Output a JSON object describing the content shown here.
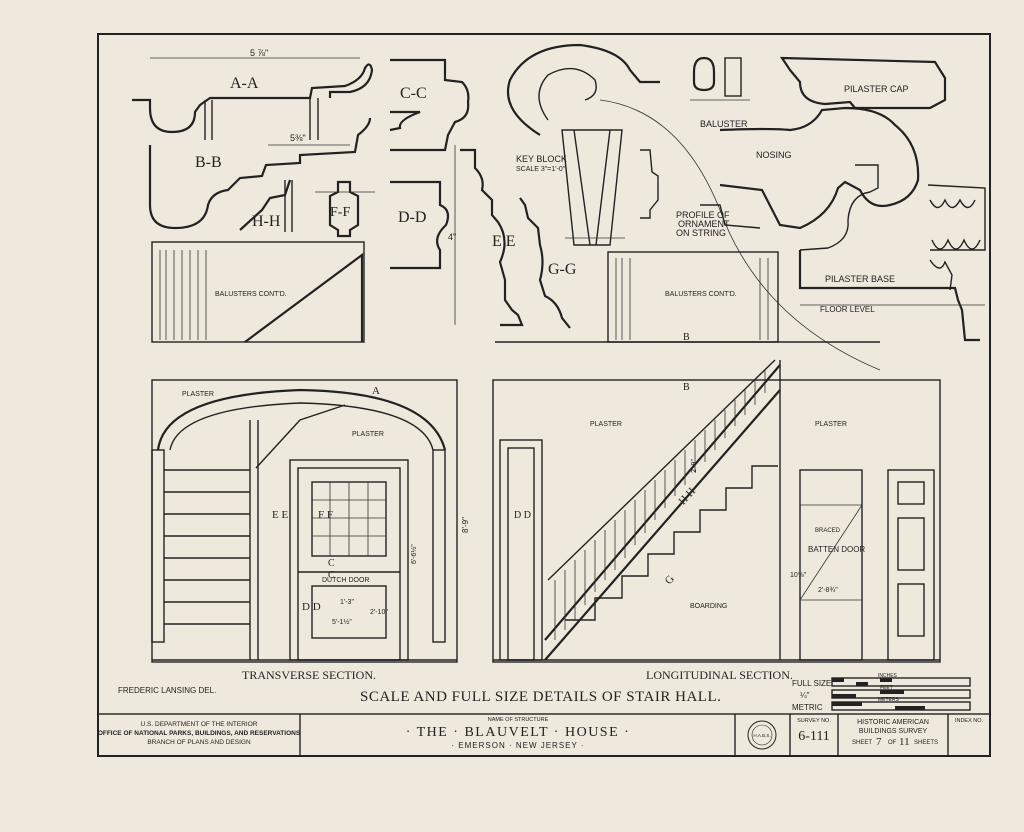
{
  "details": {
    "aa": "A-A",
    "bb": "B-B",
    "cc": "C-C",
    "dd": "D-D",
    "ee": "E E",
    "ff": "F-F",
    "gg": "G-G",
    "hh": "H-H",
    "aa_dim": "5 ⅞\"",
    "bb_dim": "5⅜\"",
    "ee_dim": "4\"",
    "key_block": "KEY BLOCK",
    "key_block_scale": "SCALE 3\"=1'-0\"",
    "baluster": "BALUSTER",
    "nosing": "NOSING",
    "pilaster_cap": "PILASTER CAP",
    "pilaster_base": "PILASTER BASE",
    "floor_level": "FLOOR LEVEL",
    "profile_ornament": [
      "PROFILE OF",
      "ORNAMENT",
      "ON STRING"
    ]
  },
  "transverse": {
    "title": "TRANSVERSE SECTION.",
    "balusters": "BALUSTERS CONT'D.",
    "plaster_left": "PLASTER",
    "plaster_right": "PLASTER",
    "dutch_door": "DUTCH DOOR",
    "ee": "E E",
    "ff": "F F",
    "c1": "C",
    "c2": "C",
    "dd": "D D",
    "a_mark": "A",
    "height": "6'-6½\"",
    "d1": "1'-3\"",
    "d2": "2'-10\"",
    "d3": "5'-1½\""
  },
  "longitudinal": {
    "title": "LONGITUDINAL SECTION.",
    "balusters": "BALUSTERS CONT'D.",
    "plaster_left": "PLASTER",
    "plaster_right": "PLASTER",
    "boarding": "BOARDING",
    "batten_door": "BATTEN DOOR",
    "braced": "BRACED",
    "b_upper": "B",
    "b_lower": "B",
    "dd": "D D",
    "g": "G",
    "hh": "H H",
    "height": "8'-9\"",
    "d1": "2'-9\"",
    "d2": "2'-8¾\"",
    "d3": "10⅝\""
  },
  "main_title": "SCALE AND FULL SIZE DETAILS OF STAIR HALL.",
  "delineator": "FREDERIC LANSING DEL.",
  "scale_bar": {
    "full_size": "FULL SIZE",
    "quarter": "¼\"",
    "metric": "METRIC",
    "inches": "INCHES",
    "feet": "FEET",
    "meters": "METERS"
  },
  "title_block": {
    "agency_1": "U.S. DEPARTMENT OF THE INTERIOR",
    "agency_2": "OFFICE OF NATIONAL PARKS, BUILDINGS, AND RESERVATIONS",
    "agency_3": "BRANCH OF PLANS AND DESIGN",
    "name_label": "NAME OF STRUCTURE",
    "structure": "· THE · BLAUVELT · HOUSE ·",
    "location": "· EMERSON · NEW JERSEY ·",
    "seal": "H.A.B.S.",
    "survey_label": "SURVEY NO.",
    "survey_no": "6-111",
    "habs_1": "HISTORIC AMERICAN",
    "habs_2": "BUILDINGS SURVEY",
    "sheet_word": "SHEET",
    "sheet_no": "7",
    "sheets_of": "OF",
    "sheet_total": "11",
    "sheets_word": "SHEETS",
    "index_label": "INDEX NO."
  }
}
